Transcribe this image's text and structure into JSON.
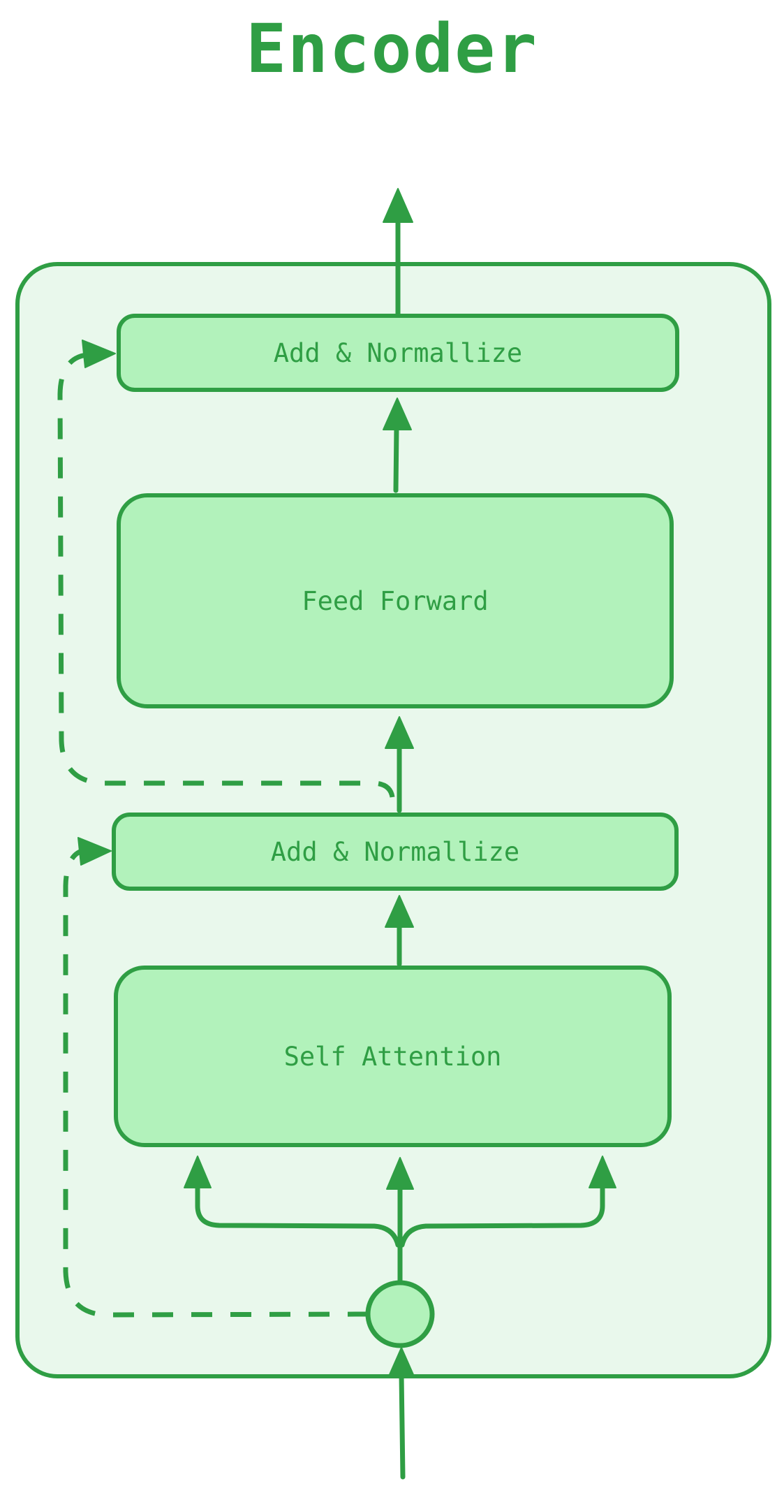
{
  "diagram": {
    "title": "Encoder",
    "colors": {
      "stroke": "#2f9e44",
      "node_fill": "#b2f2bb",
      "container_fill": "#e9f8ec",
      "background": "#ffffff"
    },
    "container": {
      "name": "encoder-block"
    },
    "nodes": [
      {
        "id": "add-normalize-top",
        "label": "Add & Normallize"
      },
      {
        "id": "feed-forward",
        "label": "Feed Forward"
      },
      {
        "id": "add-normalize-bottom",
        "label": "Add & Normallize"
      },
      {
        "id": "self-attention",
        "label": "Self Attention"
      },
      {
        "id": "input-junction",
        "label": ""
      }
    ],
    "edges": [
      {
        "from": "input",
        "to": "input-junction",
        "style": "solid-arrow"
      },
      {
        "from": "input-junction",
        "to": "self-attention",
        "style": "solid-arrow",
        "branches": 3
      },
      {
        "from": "self-attention",
        "to": "add-normalize-bottom",
        "style": "solid-arrow"
      },
      {
        "from": "add-normalize-bottom",
        "to": "feed-forward",
        "style": "solid-arrow"
      },
      {
        "from": "feed-forward",
        "to": "add-normalize-top",
        "style": "solid-arrow"
      },
      {
        "from": "add-normalize-top",
        "to": "output",
        "style": "solid-arrow"
      },
      {
        "from": "input-junction",
        "to": "add-normalize-bottom",
        "style": "dashed-residual-arrow"
      },
      {
        "from": "add-normalize-bottom",
        "to": "add-normalize-top",
        "style": "dashed-residual-arrow"
      }
    ]
  }
}
